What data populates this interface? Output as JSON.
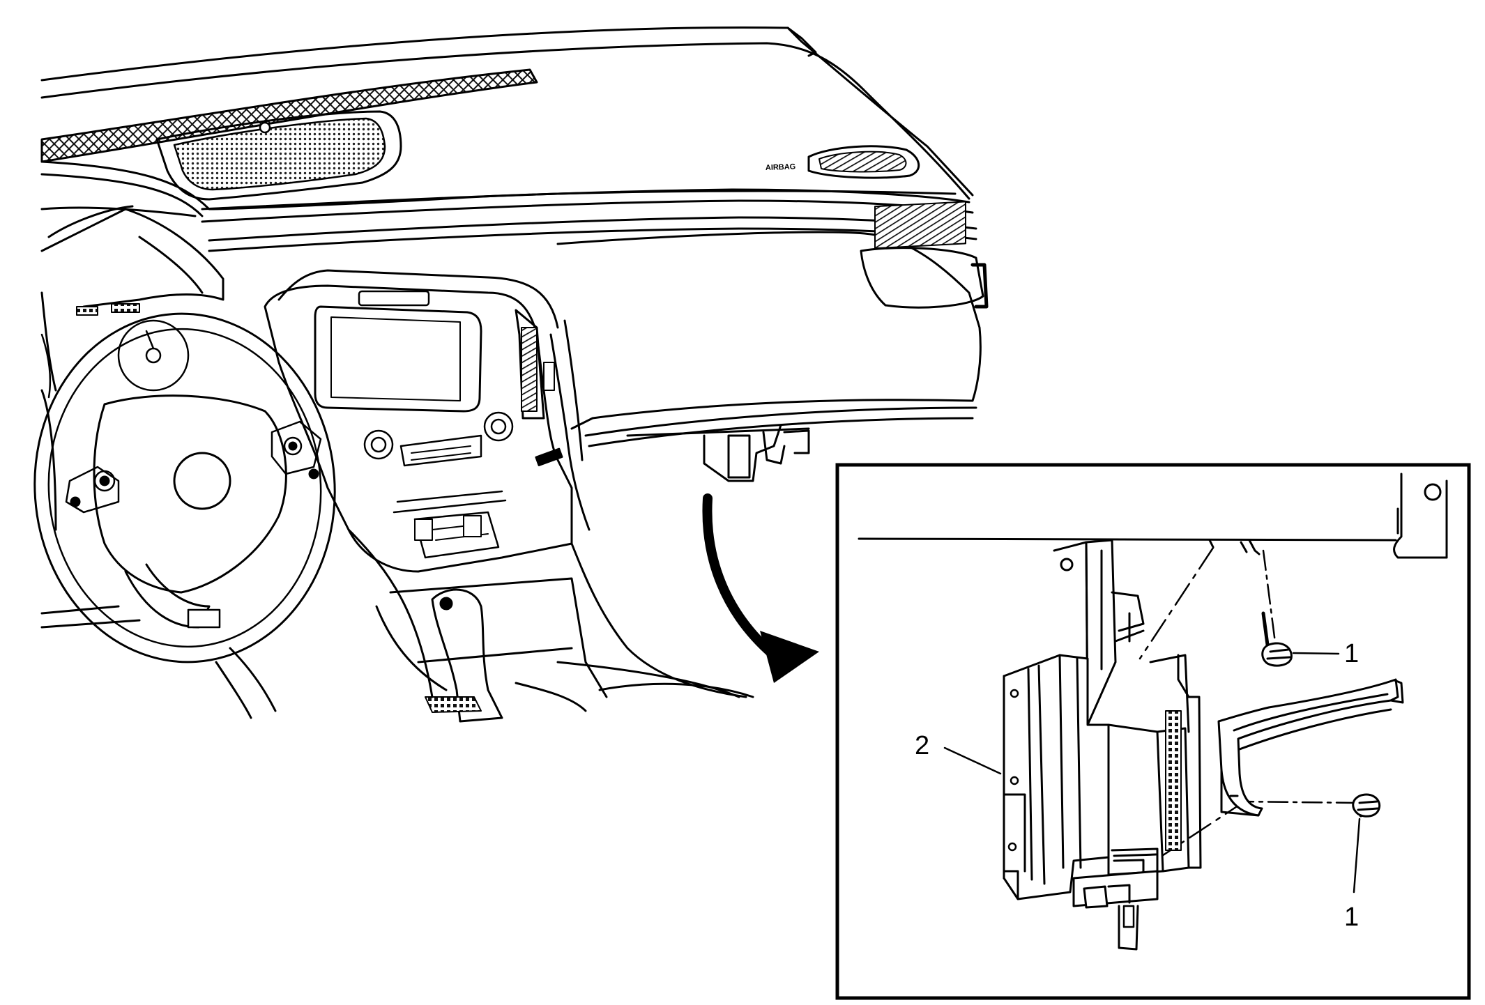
{
  "illustration": {
    "background": "#ffffff",
    "line_color": "#000000",
    "grille_color": "#3a3a3a"
  },
  "callouts": {
    "fastener_upper": "1",
    "fastener_lower": "1",
    "module": "2"
  },
  "dashboard": {
    "airbag_label": "AIRBAG"
  }
}
